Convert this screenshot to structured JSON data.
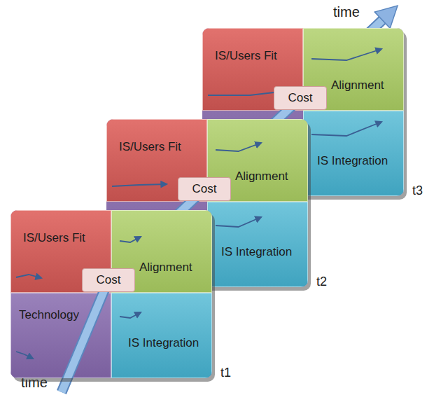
{
  "diagram": {
    "nodes": [
      {
        "text": [
          "t1"
        ]
      },
      {
        "text": [
          "IS/Users Fit"
        ],
        "in": 0
      },
      {
        "text": [
          "Alignment"
        ],
        "in": 0
      },
      {
        "text": [
          "Technology"
        ],
        "in": 0
      },
      {
        "text": [
          "IS Integration"
        ],
        "in": 0
      },
      {
        "text": [
          "Cost"
        ],
        "in": 0
      },
      {
        "text": [
          "t2"
        ]
      },
      {
        "text": [
          "IS/Users Fit"
        ],
        "in": 6
      },
      {
        "text": [
          "Alignment"
        ],
        "in": 6
      },
      {
        "text": [
          "IS Integration"
        ],
        "in": 6
      },
      {
        "text": [
          "Cost"
        ],
        "in": 6
      },
      {
        "text": [
          "t3"
        ]
      },
      {
        "text": [
          "IS/Users Fit"
        ],
        "in": 11
      },
      {
        "text": [
          "Alignment"
        ],
        "in": 11
      },
      {
        "text": [
          "IS Integration"
        ],
        "in": 11
      },
      {
        "text": [
          "Cost"
        ],
        "in": 11
      }
    ],
    "labels": [
      "time",
      "time"
    ]
  }
}
